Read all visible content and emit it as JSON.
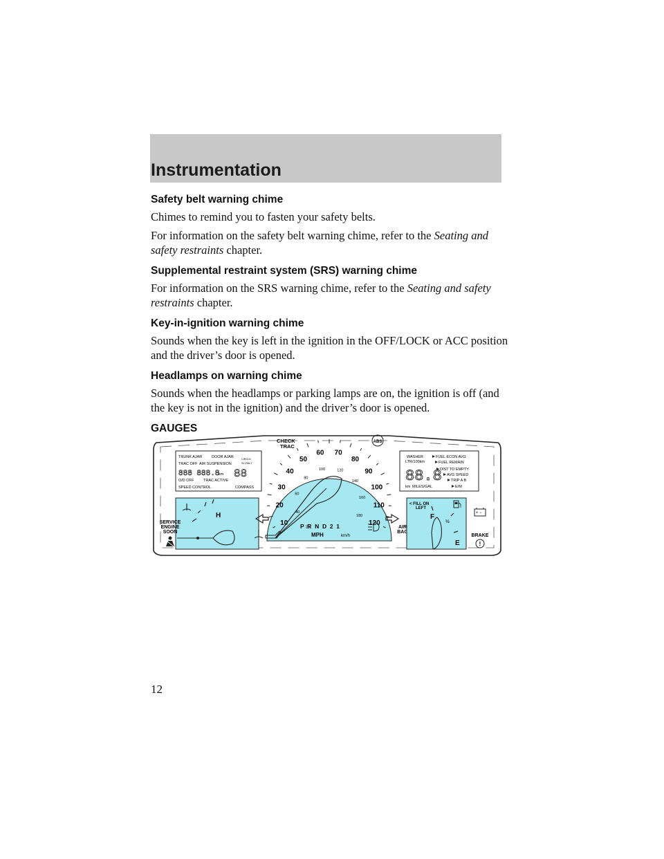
{
  "header": {
    "title": "Instrumentation"
  },
  "sections": [
    {
      "heading": "Safety belt warning chime",
      "p1": "Chimes to remind you to fasten your safety belts.",
      "p2_pre": "For information on the safety belt warning chime, refer to the",
      "p2_em": "Seating and safety restraints",
      "p2_post": "chapter."
    },
    {
      "heading": "Supplemental restraint system (SRS) warning chime",
      "p1_pre": "For information on the SRS warning chime, refer to the",
      "p1_em": "Seating and safety restraints",
      "p1_post": "chapter."
    },
    {
      "heading": "Key-in-ignition warning chime",
      "p1": "Sounds when the key is left in the ignition in the OFF/LOCK or ACC position and the driver’s door is opened."
    },
    {
      "heading": "Headlamps on warning chime",
      "p1": "Sounds when the headlamps or parking lamps are on, the ignition is off (and the key is not in the ignition) and the driver’s door is opened."
    }
  ],
  "gauges_heading": "GAUGES",
  "cluster": {
    "colors": {
      "lcd": "#a6e8f2",
      "line": "#222222"
    },
    "check_trac": [
      "CHECK",
      "TRAC"
    ],
    "abs": "ABS",
    "mph_ticks": [
      "10",
      "20",
      "30",
      "40",
      "50",
      "60",
      "70",
      "80",
      "90",
      "100",
      "110",
      "120"
    ],
    "kmh_ticks": [
      "20",
      "40",
      "60",
      "80",
      "100",
      "120",
      "140",
      "160",
      "180"
    ],
    "mph_label": "MPH",
    "kmh_label": "km/h",
    "left_display": {
      "trunk_ajar": "TRUNK AJAR",
      "door_ajar": "DOOR AJAR",
      "trac_off": "TRAC OFF",
      "air_suspension": "AIR SUSPENSION",
      "circle": "CIRCLE",
      "slowly": "SLOWLY",
      "odometer": "888 888.8",
      "km": "km",
      "od_off": "O/D OFF",
      "trac_active": "TRAC ACTIVE",
      "speed_control": "SPEED CONTROL",
      "compass": "COMPASS",
      "compass_digits": "88"
    },
    "right_display": {
      "washer": "WASHER",
      "ltr_100km": "LTR/100km",
      "fuel_econ_avg": "FUEL ECON AVG",
      "fuel_remain": "FUEL REMAIN",
      "digits": "88.8",
      "dist_to_empty": "DIST TO EMPTY",
      "avg_speed": "AVG SPEED",
      "trip_ab": "TRIP A B",
      "em": "E/M",
      "km": "km",
      "miles_gal": "MILES/GAL"
    },
    "temp_hot": "H",
    "service_engine_soon": [
      "SERVICE",
      "ENGINE",
      "SOON"
    ],
    "prnd": "P  R  N  D  2  1",
    "air_bag": [
      "AIR",
      "BAG"
    ],
    "fill_on_left": [
      "< FILL ON",
      "LEFT"
    ],
    "fuel_full": "F",
    "fuel_half": "½",
    "fuel_empty": "E",
    "brake": "BRAKE"
  },
  "page_number": "12"
}
